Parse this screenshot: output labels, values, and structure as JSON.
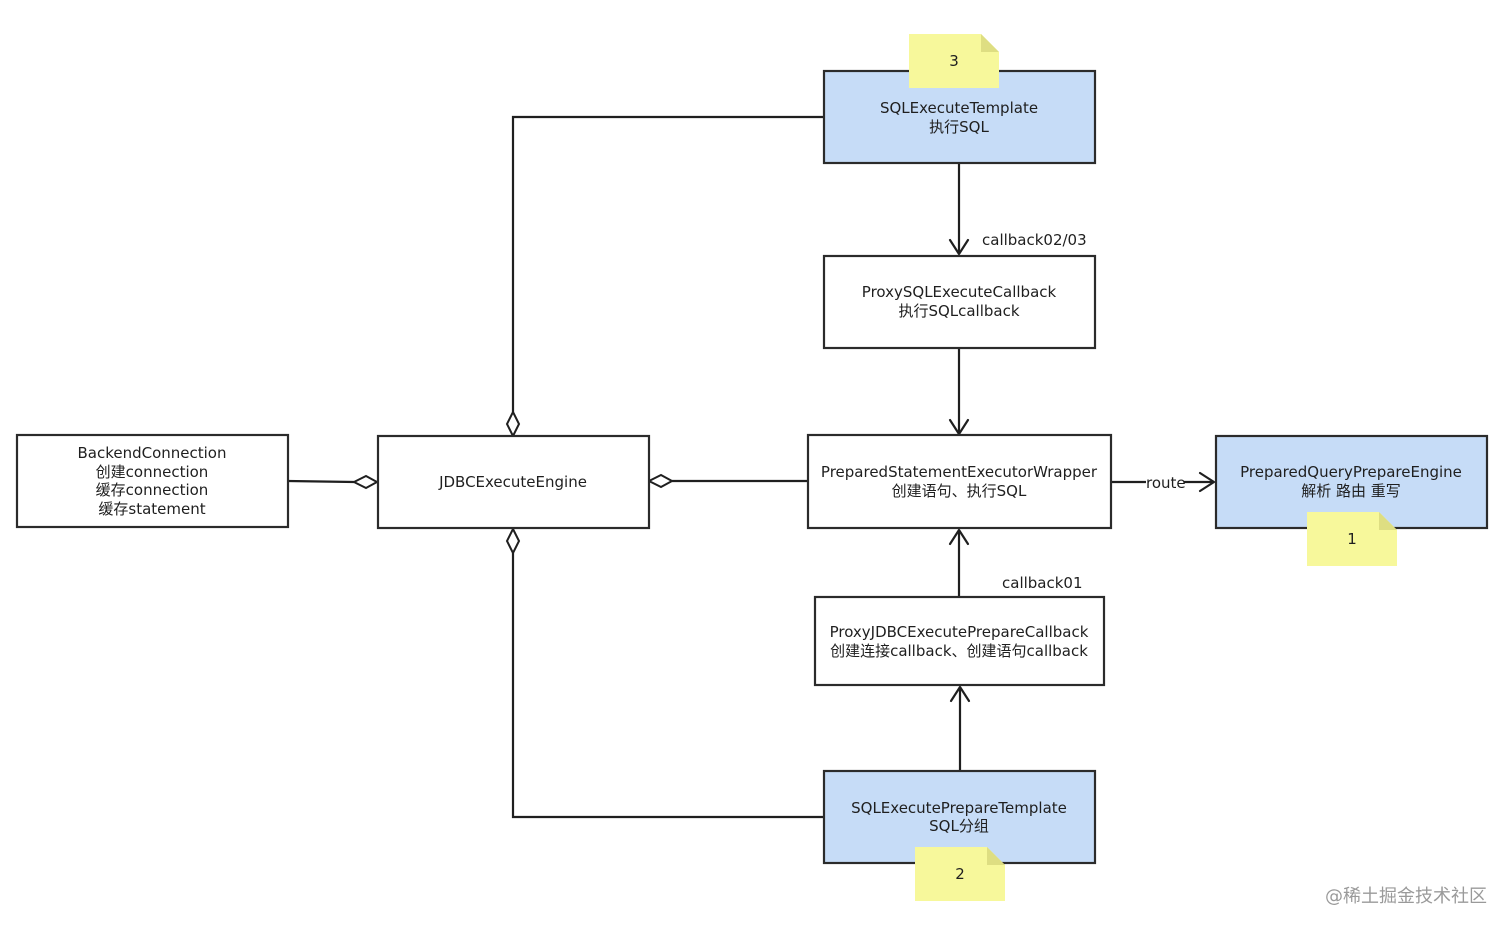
{
  "colors": {
    "highlight_fill": "#c6dcf7",
    "plain_fill": "#ffffff",
    "note_fill": "#f7f89b",
    "note_fold": "#dede82"
  },
  "nodes": {
    "sql_execute_template": {
      "lines": [
        "SQLExecuteTemplate",
        "执行SQL"
      ]
    },
    "proxy_sql_execute_callback": {
      "lines": [
        "ProxySQLExecuteCallback",
        "执行SQLcallback"
      ]
    },
    "backend_connection": {
      "lines": [
        "BackendConnection",
        "创建connection",
        "缓存connection",
        "缓存statement"
      ]
    },
    "jdbc_execute_engine": {
      "lines": [
        "JDBCExecuteEngine"
      ]
    },
    "prepared_statement_executor_wrapper": {
      "lines": [
        "PreparedStatementExecutorWrapper",
        "创建语句、执行SQL"
      ]
    },
    "prepared_query_prepare_engine": {
      "lines": [
        "PreparedQueryPrepareEngine",
        "解析 路由 重写"
      ]
    },
    "proxy_jdbc_execute_prepare_callback": {
      "lines": [
        "ProxyJDBCExecutePrepareCallback",
        "创建连接callback、创建语句callback"
      ]
    },
    "sql_execute_prepare_template": {
      "lines": [
        "SQLExecutePrepareTemplate",
        "SQL分组"
      ]
    }
  },
  "edge_labels": {
    "callback_02_03": "callback02/03",
    "route": "route",
    "callback_01": "callback01"
  },
  "notes": {
    "note_1": "1",
    "note_2": "2",
    "note_3": "3"
  },
  "watermark": "@稀土掘金技术社区"
}
